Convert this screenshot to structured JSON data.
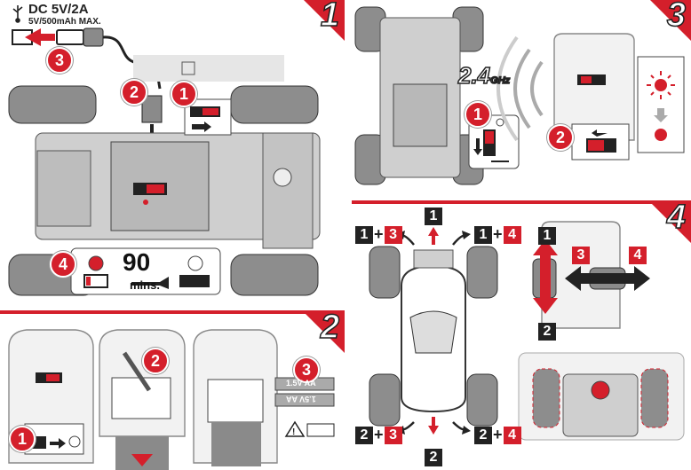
{
  "panels": {
    "p1": {
      "number": "1",
      "usb_spec": "DC 5V/2A",
      "usb_capacity": "5V/500mAh MAX.",
      "charge_time_value": "90",
      "charge_time_unit": "mins.",
      "steps": [
        "1",
        "2",
        "3",
        "4"
      ]
    },
    "p2": {
      "number": "2",
      "steps": [
        "1",
        "2",
        "3"
      ],
      "battery_label_top": "1.5V AA",
      "battery_label_bottom": "1.5V AA"
    },
    "p3": {
      "number": "3",
      "frequency_logo": "2.4",
      "frequency_unit": "GHz",
      "steps": [
        "1",
        "2"
      ]
    },
    "p4": {
      "number": "4",
      "forward": "1",
      "backward": "2",
      "left": "3",
      "right": "4",
      "combo_forward_left": [
        "1",
        "+",
        "3"
      ],
      "combo_forward_right": [
        "1",
        "+",
        "4"
      ],
      "combo_back_left": [
        "2",
        "+",
        "3"
      ],
      "combo_back_right": [
        "2",
        "+",
        "4"
      ]
    }
  },
  "colors": {
    "accent": "#d41f2b",
    "dark": "#222222",
    "gray": "#9a9a9a"
  }
}
